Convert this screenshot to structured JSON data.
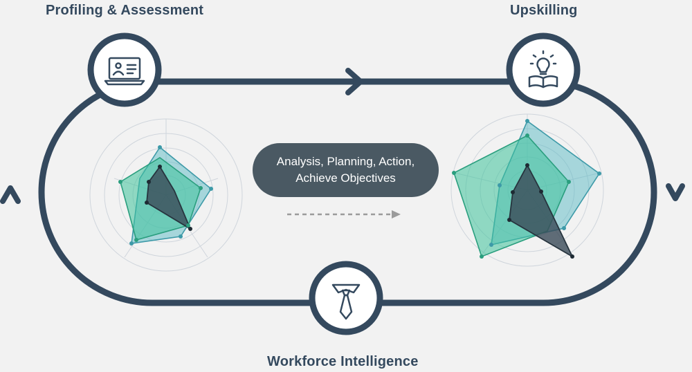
{
  "stages": {
    "profiling": {
      "label": "Profiling & Assessment",
      "icon": "laptop-profile-icon"
    },
    "upskilling": {
      "label": "Upskilling",
      "icon": "lightbulb-book-icon"
    },
    "workforce": {
      "label": "Workforce Intelligence",
      "icon": "necktie-icon"
    }
  },
  "center": {
    "line1": "Analysis, Planning, Action,",
    "line2": "Achieve Objectives"
  },
  "colors": {
    "loop": "#34495e",
    "teal_fill": "#5ab9c4",
    "green_fill": "#3ec29b",
    "dark_fill": "#3a4a57",
    "pill": "#4a5963",
    "dashed_arrow": "#9b9b9b"
  }
}
